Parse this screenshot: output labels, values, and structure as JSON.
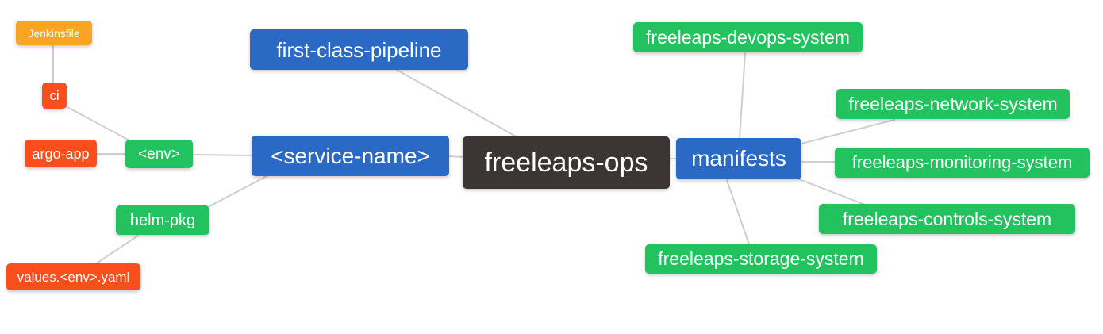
{
  "colors": {
    "root_node": "#3b3634",
    "branch_node": "#2a6ac4",
    "green_node": "#22c35e",
    "red_node": "#fa4e1d",
    "orange_node": "#f7a523",
    "connector_line": "#cfcfcf",
    "node_text": "#ffffff",
    "background": "#ffffff"
  },
  "mindmap": {
    "type": "mindmap",
    "root": "freeleaps_ops",
    "nodes": {
      "freeleaps_ops": {
        "label": "freeleaps-ops",
        "color": "#3b3634"
      },
      "first_class_pipeline": {
        "label": "first-class-pipeline",
        "color": "#2a6ac4"
      },
      "service_name": {
        "label": "<service-name>",
        "color": "#2a6ac4"
      },
      "manifests": {
        "label": "manifests",
        "color": "#2a6ac4"
      },
      "env": {
        "label": "<env>",
        "color": "#22c35e"
      },
      "helm_pkg": {
        "label": "helm-pkg",
        "color": "#22c35e"
      },
      "ci": {
        "label": "ci",
        "color": "#fa4e1d"
      },
      "argo_app": {
        "label": "argo-app",
        "color": "#fa4e1d"
      },
      "jenkinsfile": {
        "label": "Jenkinsfile",
        "color": "#f7a523"
      },
      "values_env_yaml": {
        "label": "values.<env>.yaml",
        "color": "#fa4e1d"
      },
      "freeleaps_devops_system": {
        "label": "freeleaps-devops-system",
        "color": "#22c35e"
      },
      "freeleaps_network_system": {
        "label": "freeleaps-network-system",
        "color": "#22c35e"
      },
      "freeleaps_monitoring_system": {
        "label": "freeleaps-monitoring-system",
        "color": "#22c35e"
      },
      "freeleaps_controls_system": {
        "label": "freeleaps-controls-system",
        "color": "#22c35e"
      },
      "freeleaps_storage_system": {
        "label": "freeleaps-storage-system",
        "color": "#22c35e"
      }
    },
    "edges": [
      {
        "from": "jenkinsfile",
        "to": "ci"
      },
      {
        "from": "ci",
        "to": "env"
      },
      {
        "from": "argo_app",
        "to": "env"
      },
      {
        "from": "env",
        "to": "service_name"
      },
      {
        "from": "helm_pkg",
        "to": "service_name"
      },
      {
        "from": "values_env_yaml",
        "to": "helm_pkg"
      },
      {
        "from": "first_class_pipeline",
        "to": "freeleaps_ops"
      },
      {
        "from": "service_name",
        "to": "freeleaps_ops"
      },
      {
        "from": "freeleaps_ops",
        "to": "manifests"
      },
      {
        "from": "manifests",
        "to": "freeleaps_devops_system"
      },
      {
        "from": "manifests",
        "to": "freeleaps_network_system"
      },
      {
        "from": "manifests",
        "to": "freeleaps_monitoring_system"
      },
      {
        "from": "manifests",
        "to": "freeleaps_controls_system"
      },
      {
        "from": "manifests",
        "to": "freeleaps_storage_system"
      }
    ]
  }
}
